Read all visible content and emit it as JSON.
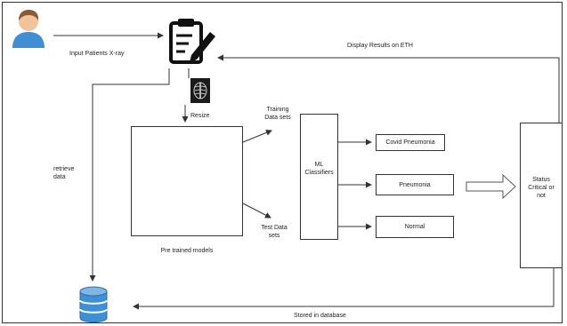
{
  "edges": {
    "input_xray": "Input Patients X-ray",
    "display_results": "Display Results on ETH",
    "resize": "Resize",
    "training_sets": [
      "Training",
      "Data sets"
    ],
    "test_sets": [
      "Test Data",
      "sets"
    ],
    "retrieve_data": [
      "retrieve",
      "data"
    ],
    "stored_in_database": "Stored in database"
  },
  "nodes": {
    "pretrained_models": "Pre trained models",
    "ml_classifiers": [
      "ML",
      "Classifiers"
    ],
    "classes": [
      "Covid Pneumonia",
      "Pneumonia",
      "Normal"
    ],
    "status": [
      "Status",
      "Critical or",
      "not"
    ]
  },
  "icons": {
    "user": "user-avatar-icon",
    "form": "clipboard-pen-icon",
    "xray": "chest-xray-icon",
    "database": "database-icon"
  },
  "colors": {
    "stroke": "#333333",
    "avatar_skin": "#f2c39a",
    "avatar_shirt": "#3e8fd6",
    "avatar_hair": "#8a5a33",
    "database": "#3e8fd6"
  }
}
